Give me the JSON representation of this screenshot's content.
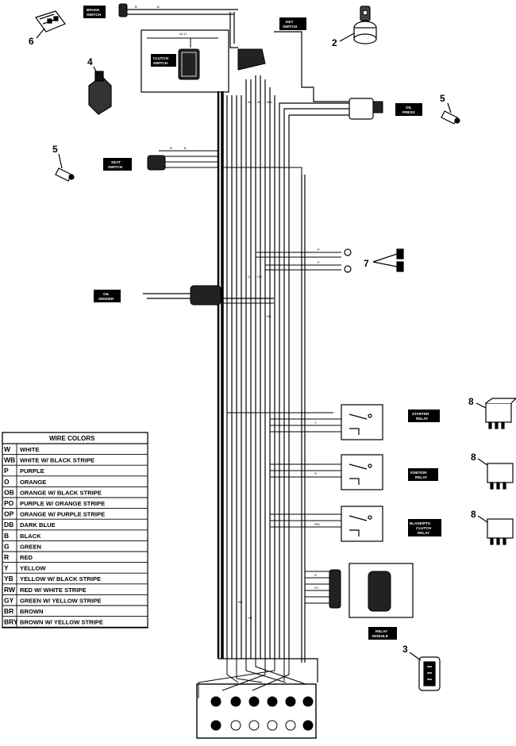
{
  "diagram": {
    "legend": {
      "title": "WIRE COLORS",
      "rows": [
        {
          "code": "W",
          "desc": "WHITE"
        },
        {
          "code": "WB",
          "desc": "WHITE W/ BLACK STRIPE"
        },
        {
          "code": "P",
          "desc": "PURPLE"
        },
        {
          "code": "O",
          "desc": "ORANGE"
        },
        {
          "code": "OB",
          "desc": "ORANGE W/ BLACK STRIPE"
        },
        {
          "code": "PO",
          "desc": "PURPLE W/ ORANGE STRIPE"
        },
        {
          "code": "OP",
          "desc": "ORANGE W/ PURPLE STRIPE"
        },
        {
          "code": "DB",
          "desc": "DARK BLUE"
        },
        {
          "code": "B",
          "desc": "BLACK"
        },
        {
          "code": "G",
          "desc": "GREEN"
        },
        {
          "code": "R",
          "desc": "RED"
        },
        {
          "code": "Y",
          "desc": "YELLOW"
        },
        {
          "code": "YB",
          "desc": "YELLOW W/ BLACK STRIPE"
        },
        {
          "code": "RW",
          "desc": "RED W/ WHITE STRIPE"
        },
        {
          "code": "GY",
          "desc": "GREEN W/ YELLOW STRIPE"
        },
        {
          "code": "BR",
          "desc": "BROWN"
        },
        {
          "code": "BRY",
          "desc": "BROWN W/ YELLOW STRIPE"
        }
      ]
    },
    "callouts": [
      "6",
      "4",
      "2",
      "5",
      "5",
      "7",
      "8",
      "8",
      "8",
      "3"
    ],
    "component_labels": {
      "brake_switch": [
        "BRAKE",
        "SWITCH"
      ],
      "key_switch": [
        "KEY",
        "SWITCH"
      ],
      "clutch_switch": [
        "CLUTCH",
        "SWITCH"
      ],
      "oil_press": [
        "OIL",
        "PRESS"
      ],
      "seat_switch": [
        "SEAT",
        "SWITCH"
      ],
      "oil_sender": [
        "OIL",
        "SENDER"
      ],
      "starter_relay": [
        "STARTER",
        "RELAY"
      ],
      "ignition_relay": [
        "IGNITION",
        "RELAY"
      ],
      "blade_relay": [
        "BLADE/PTO",
        "CLUTCH",
        "RELAY"
      ],
      "relay_module": [
        "RELAY",
        "MODULE"
      ]
    },
    "wire_tags": [
      "W-11",
      "B",
      "B",
      "W",
      "W",
      "WB",
      "B",
      "B",
      "P",
      "P",
      "O",
      "OB",
      "DB",
      "Y",
      "R",
      "RW",
      "G",
      "GY",
      "BR",
      "YB"
    ]
  }
}
